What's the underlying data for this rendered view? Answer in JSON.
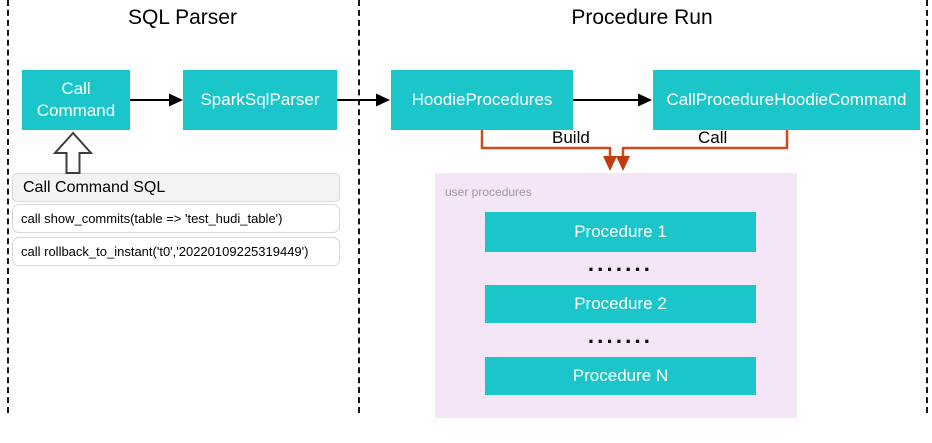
{
  "diagram": {
    "title_left": "SQL Parser",
    "title_right": "Procedure Run",
    "nodes": {
      "call_command": "Call Command",
      "spark_sql_parser": "SparkSqlParser",
      "hoodie_procedures": "HoodieProcedures",
      "call_procedure_hoodie_command": "CallProcedureHoodieCommand"
    },
    "edge_labels": {
      "build": "Build",
      "call": "Call"
    },
    "sql_panel": {
      "header": "Call Command SQL",
      "rows": [
        "call show_commits(table => 'test_hudi_table')",
        "call rollback_to_instant('t0','20220109225319449')"
      ]
    },
    "user_procedures": {
      "label": "user procedures",
      "items": [
        "Procedure 1",
        "Procedure 2",
        "Procedure N"
      ],
      "dots": "·······"
    },
    "colors": {
      "node_teal": "#1AC6CA",
      "connector_orange": "#D2491A",
      "arrowhead_red": "#C23A0E",
      "panel_pink": "#F4E5F7",
      "muted_label_gray": "#9E97A0"
    }
  }
}
